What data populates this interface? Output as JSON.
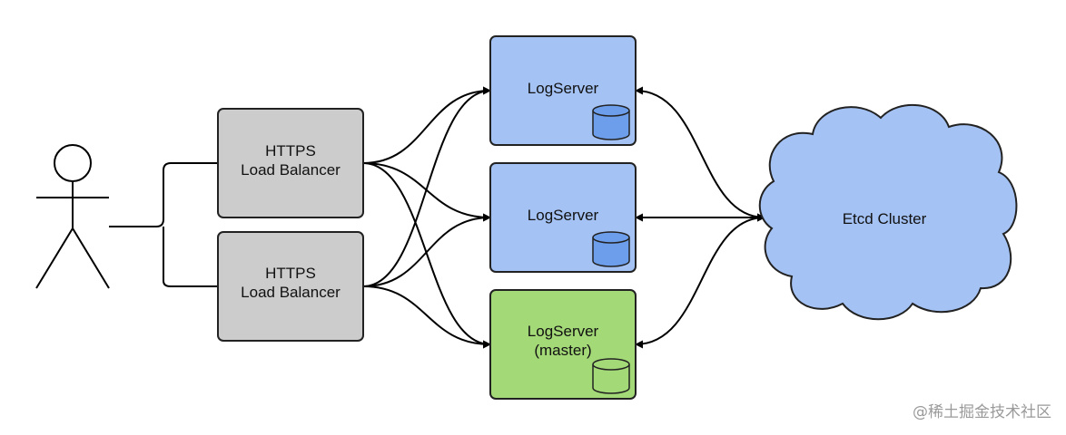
{
  "actor": {
    "label": ""
  },
  "load_balancers": [
    {
      "line1": "HTTPS",
      "line2": "Load Balancer"
    },
    {
      "line1": "HTTPS",
      "line2": "Load Balancer"
    }
  ],
  "log_servers": [
    {
      "line1": "LogServer",
      "line2": "",
      "role": "replica",
      "color": "#a4c2f4",
      "db_color": "#6d9eeb"
    },
    {
      "line1": "LogServer",
      "line2": "",
      "role": "replica",
      "color": "#a4c2f4",
      "db_color": "#6d9eeb"
    },
    {
      "line1": "LogServer",
      "line2": "(master)",
      "role": "master",
      "color": "#a3d977",
      "db_color": "#a3d977"
    }
  ],
  "etcd": {
    "label": "Etcd Cluster",
    "color": "#a4c2f4"
  },
  "load_balancer_color": "#cccccc",
  "watermark": "@稀土掘金技术社区"
}
